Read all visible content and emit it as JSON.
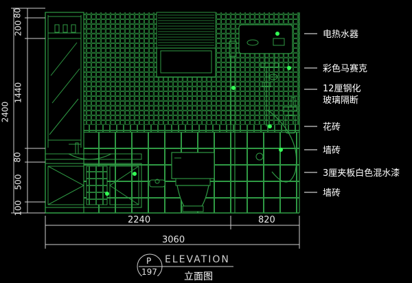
{
  "callouts": [
    "电热水器",
    "彩色马赛克",
    "12厘钢化",
    "玻璃隔断",
    "花砖",
    "墙砖",
    "3厘夹板白色混水漆",
    "墙砖"
  ],
  "vertical_dims": [
    "80",
    "200",
    "1440",
    "2400",
    "80",
    "500",
    "100"
  ],
  "horizontal_dims": [
    "2240",
    "820",
    "3060"
  ],
  "elevation_label": "ELEVATION",
  "page_badge": {
    "letter": "P",
    "number": "197"
  },
  "title_cn": "立面图",
  "colors": {
    "line": "#2f9a44",
    "accent": "#33ff55",
    "text": "#ffffff"
  }
}
